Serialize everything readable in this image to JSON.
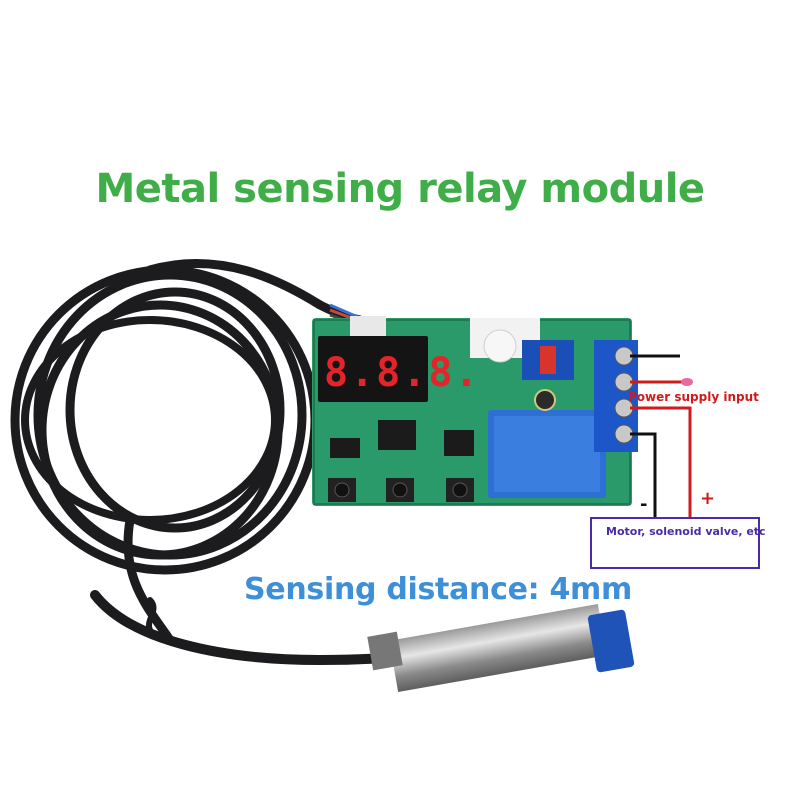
{
  "title": "Metal sensing relay module",
  "sensing_distance": "Sensing distance: 4mm",
  "power_label": "Power supply input",
  "load_label": "Motor, solenoid valve, etc",
  "polarity": {
    "minus": "-",
    "plus": "+"
  },
  "display_digits": "8.8.8.",
  "colors": {
    "title": "#3fae49",
    "distance": "#3d8fd8",
    "power": "#d11b1b",
    "load": "#4b2aa8",
    "pcb": "#2a9a6a"
  }
}
